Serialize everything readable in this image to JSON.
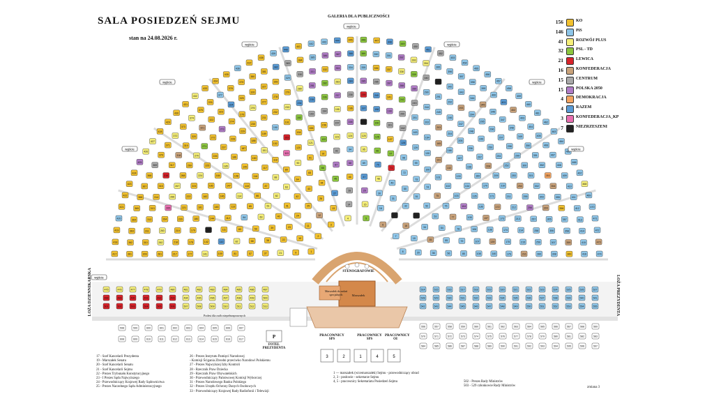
{
  "header": {
    "title": "SALA  POSIEDZEŃ SEJMU",
    "subtitle": "stan na 24.08.2026 r.",
    "gallery": "GALERIA DLA PUBLICZNOŚCI"
  },
  "exits": [
    "wyjście",
    "wyjście",
    "wyjście",
    "wyjście",
    "wyjście",
    "wyjście",
    "wyjście",
    "wyjście"
  ],
  "legend": [
    {
      "count": "156",
      "name": "KO",
      "color": "#f2c12e"
    },
    {
      "count": "146",
      "name": "PiS",
      "color": "#8ec5e8"
    },
    {
      "count": "41",
      "name": "ROZWÓJ PLUS",
      "color": "#f6ef7a"
    },
    {
      "count": "32",
      "name": "PSL - TD",
      "color": "#8cc63f"
    },
    {
      "count": "21",
      "name": "LEWICA",
      "color": "#d8232a"
    },
    {
      "count": "16",
      "name": "KONFEDERACJA",
      "color": "#c9a27a"
    },
    {
      "count": "15",
      "name": "CENTRUM",
      "color": "#a9a9a9"
    },
    {
      "count": "15",
      "name": "POLSKA 2050",
      "color": "#b07cc6"
    },
    {
      "count": "4",
      "name": "DEMOKRACJA",
      "color": "#f4a460"
    },
    {
      "count": "4",
      "name": "RAZEM",
      "color": "#5a9bd5"
    },
    {
      "count": "3",
      "name": "KONFEDERACJA_KP",
      "color": "#e86fb0"
    },
    {
      "count": "7",
      "name": "NIEZRZESZENI",
      "color": "#222222"
    }
  ],
  "areas": {
    "stenography": "STENOGRAFOWIE",
    "marshal": "Marszałek",
    "marshal_desk": "Marszałek do zadań specjalnych",
    "podium": "Podest dla osób niepełnosprawnych",
    "armchair": "FOTEL PREZYDENTA",
    "armchair_letter": "P",
    "sps_left": "PRACOWNICY SPS",
    "sps_mid": "PRACOWNICY SPS",
    "oi": "PRACOWNICY OI",
    "press_box": "LOŻA DZIENNIKARSKA",
    "presidential_box": "LOŻA PREZYDENTA",
    "podium_numbers": [
      "3",
      "2",
      "1",
      "4",
      "5"
    ]
  },
  "notes_left": [
    "17 - Szef Kancelarii Prezydenta",
    "19 - Marszałek Senatu",
    "20 - Szef Kancelarii Senatu",
    "21 - Szef Kancelarii Sejmu",
    "22 - Prezes Trybunału Konstytucyjnego",
    "23 - I Prezes Sądu Najwyższego",
    "24 - Przewodniczący Krajowej Rady Sądownictwa",
    "25 - Prezes Naczelnego Sądu Administracyjnego"
  ],
  "notes_mid": [
    "26 - Prezes Instytutu Pamięci Narodowej",
    "    - Komisji Ścigania Zbrodni przeciwko Narodowi Polskiemu",
    "27 - Prezes Najwyższej Izby Kontroli",
    "28 - Rzecznik Praw Dziecka",
    "29 - Rzecznik Praw Obywatelskich",
    "30 - Przewodniczący Państwowej Komisji Wyborczej",
    "31 - Prezes Narodowego Banku Polskiego",
    "32 - Prezes Urzędu Ochrony Danych Osobowych",
    "33 - Przewodniczący Krajowej Rady Radiofonii i Telewizji"
  ],
  "notes_right": [
    "1  — marszałek (wicemarszałek) Sejmu - przewodniczący obrad",
    "2, 3 - posłowie - sekretarze Sejmu",
    "4, 5 - pracownicy Sekretariatu Posiedzeń Sejmu"
  ],
  "notes_far": [
    "502 - Prezes Rady Ministrów",
    "503 - 529 członkowie Rady Ministrów"
  ],
  "version": "zmiana 3"
}
